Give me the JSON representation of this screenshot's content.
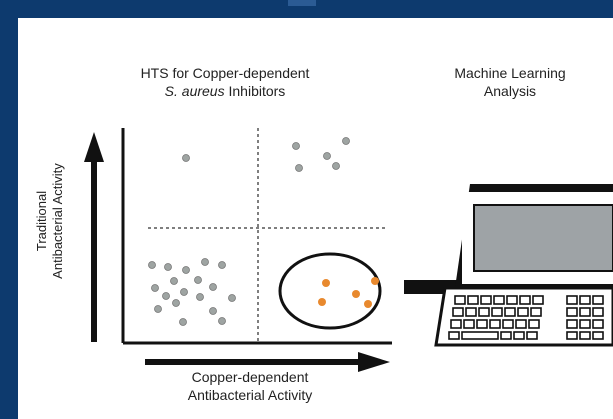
{
  "diagram": {
    "hts_title_line1": "HTS for Copper-dependent",
    "hts_title_species": "S. aureus",
    "hts_title_suffix": " Inhibitors",
    "ml_title_line1": "Machine Learning",
    "ml_title_line2": "Analysis",
    "y_label_line1": "Traditional",
    "y_label_line2": "Antibacterial Activity",
    "x_label_line1": "Copper-dependent",
    "x_label_line2": "Antibacterial Activity"
  },
  "colors": {
    "background": "#0d3a6e",
    "panel": "#ffffff",
    "gray_dot": "#9ea4a2",
    "orange_dot": "#e8892e",
    "ink": "#111111"
  },
  "icons": [
    "computer-icon",
    "keyboard-icon"
  ]
}
